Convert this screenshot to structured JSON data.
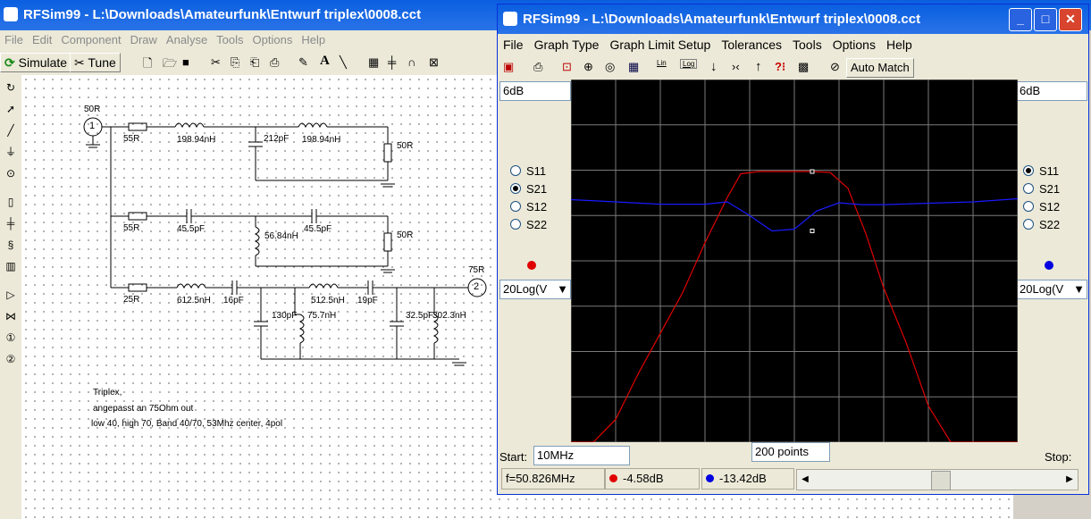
{
  "main_window": {
    "title": "RFSim99 - L:\\Downloads\\Amateurfunk\\Entwurf triplex\\0008.cct",
    "menu": [
      "File",
      "Edit",
      "Component",
      "Draw",
      "Analyse",
      "Tools",
      "Options",
      "Help"
    ],
    "toolbar": {
      "simulate_label": "Simulate",
      "tune_label": "Tune"
    }
  },
  "schematic": {
    "port_in": {
      "label": "50R",
      "number": "1"
    },
    "port_out": {
      "label": "75R",
      "number": "2"
    },
    "branch1": {
      "r": "55R",
      "l1": "198.94nH",
      "c": "212pF",
      "l2": "198.94nH",
      "load": "50R"
    },
    "branch2": {
      "r": "55R",
      "c1": "45.5pF",
      "l": "56.84nH",
      "c2": "45.5pF",
      "load": "50R"
    },
    "branch3": {
      "r": "25R",
      "l1": "612.5nH",
      "c1": "16pF",
      "l2": "512.5nH",
      "c2": "19pF",
      "c3": "130pF",
      "l3": "75.7nH",
      "c4": "32.5pF",
      "l4": "302.3nH"
    },
    "notes": [
      "Triplex,",
      "angepasst an 75Ohm out",
      "low 40, high 70, Band 40/70, 53Mhz center, 4pol"
    ]
  },
  "graph_window": {
    "title": "RFSim99 - L:\\Downloads\\Amateurfunk\\Entwurf triplex\\0008.cct",
    "menu": [
      "File",
      "Graph Type",
      "Graph Limit Setup",
      "Tolerances",
      "Tools",
      "Options",
      "Help"
    ],
    "auto_match_label": "Auto Match",
    "lin_label": "Lin",
    "log_label": "Log",
    "left_scale": "6dB",
    "right_scale": "6dB",
    "left_params": [
      "S11",
      "S21",
      "S12",
      "S22"
    ],
    "left_selected": "S21",
    "right_params": [
      "S11",
      "S21",
      "S12",
      "S22"
    ],
    "right_selected": "S11",
    "left_format": "20Log(V",
    "right_format": "20Log(V",
    "left_color": "#e00000",
    "right_color": "#0000e0",
    "start_label": "Start:",
    "start_value": "10MHz",
    "points_value": "200 points",
    "stop_label": "Stop:",
    "status": {
      "freq": "f=50.826MHz",
      "red_value": "-4.58dB",
      "blue_value": "-13.42dB"
    }
  },
  "chart_data": {
    "type": "line",
    "grid": true,
    "series": [
      {
        "name": "S21",
        "color": "#e00000",
        "x": [
          0,
          0.05,
          0.1,
          0.15,
          0.2,
          0.25,
          0.3,
          0.35,
          0.38,
          0.42,
          0.46,
          0.5,
          0.54,
          0.58,
          0.62,
          0.66,
          0.7,
          0.75,
          0.8,
          0.85,
          0.9,
          0.95,
          1
        ],
        "y": [
          -60,
          -60,
          -55,
          -45,
          -36,
          -27,
          -16,
          -6,
          -0.8,
          -0.3,
          -0.3,
          -0.3,
          -0.3,
          -0.5,
          -4,
          -14,
          -26,
          -38,
          -52,
          -60,
          -60,
          -60,
          -60
        ]
      },
      {
        "name": "S11",
        "color": "#1a1aff",
        "x": [
          0,
          0.1,
          0.2,
          0.3,
          0.35,
          0.4,
          0.45,
          0.5,
          0.55,
          0.6,
          0.65,
          0.7,
          0.8,
          0.9,
          1
        ],
        "y": [
          -6.5,
          -7,
          -7.5,
          -7.5,
          -7,
          -10,
          -13.4,
          -13,
          -9,
          -7.2,
          -7.6,
          -7.6,
          -7.3,
          -7,
          -6.3
        ]
      }
    ],
    "ylim": [
      -60,
      20
    ]
  }
}
